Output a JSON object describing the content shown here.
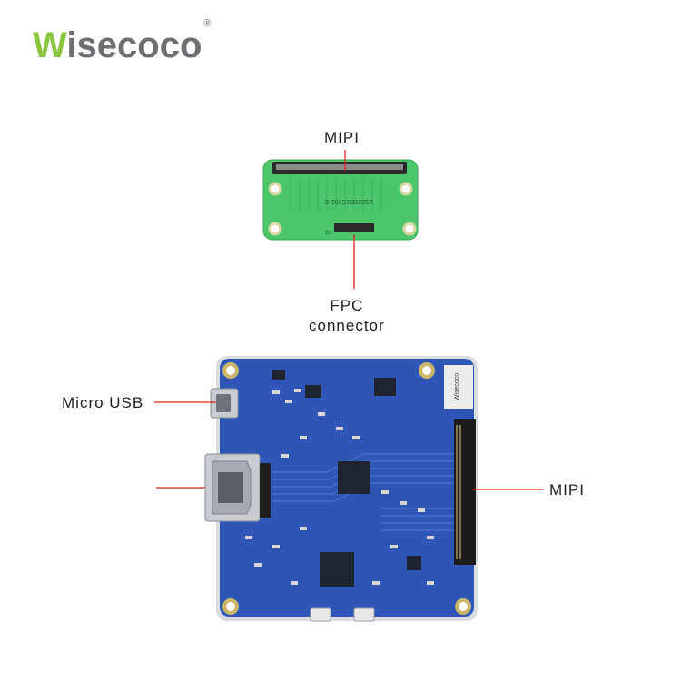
{
  "brand": {
    "logo_first": "W",
    "logo_rest": "isecoco",
    "trademark": "®"
  },
  "labels": {
    "mipi_top": "MIPI",
    "fpc_line1": "FPC",
    "fpc_line2": "connector",
    "micro_usb": "Micro USB",
    "mipi_right": "MIPI"
  },
  "board_text": {
    "fpc_board_code": "LS026B3SX02-S",
    "fpc_pin": "20",
    "main_board_logo": "Wisecoco"
  },
  "colors": {
    "brand_green": "#8cc63f",
    "brand_gray": "#6d6e71",
    "pcb_green": "#4cc56b",
    "pcb_blue": "#2f56b6",
    "callout_red": "#e0251b"
  }
}
